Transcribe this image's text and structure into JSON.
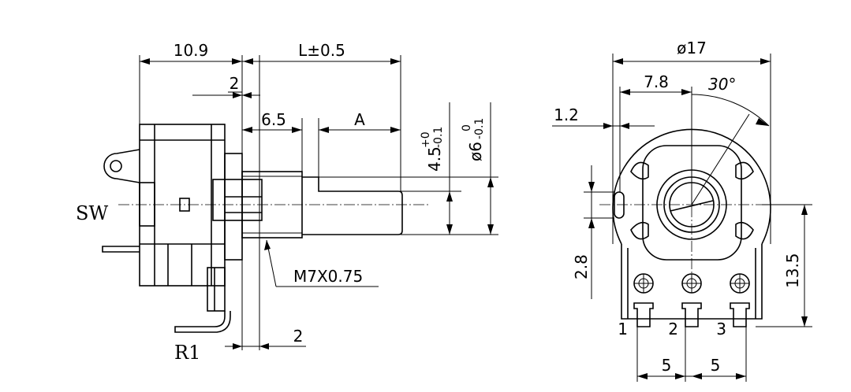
{
  "labels": {
    "sw": "SW",
    "r1": "R1"
  },
  "dimensions": {
    "body_depth": "10.9",
    "shaft_length": "L±0.5",
    "flange_2": "2",
    "thread_len": "6.5",
    "a": "A",
    "dia_small_base": "4.5",
    "dia_small_tol_upper": "+0",
    "dia_small_tol_lower": "-0.1",
    "dia_shaft_base": "ø6",
    "dia_shaft_tol_upper": "0",
    "dia_shaft_tol_lower": "-0.1",
    "thread": "M7X0.75",
    "bottom_2": "2",
    "diameter": "ø17",
    "offset_7_8": "7.8",
    "angle": "30°",
    "tab_1_2": "1.2",
    "height_2_8": "2.8",
    "height_13_5": "13.5",
    "pin_pitch_1": "5",
    "pin_pitch_2": "5"
  },
  "pins": [
    "1",
    "2",
    "3"
  ]
}
